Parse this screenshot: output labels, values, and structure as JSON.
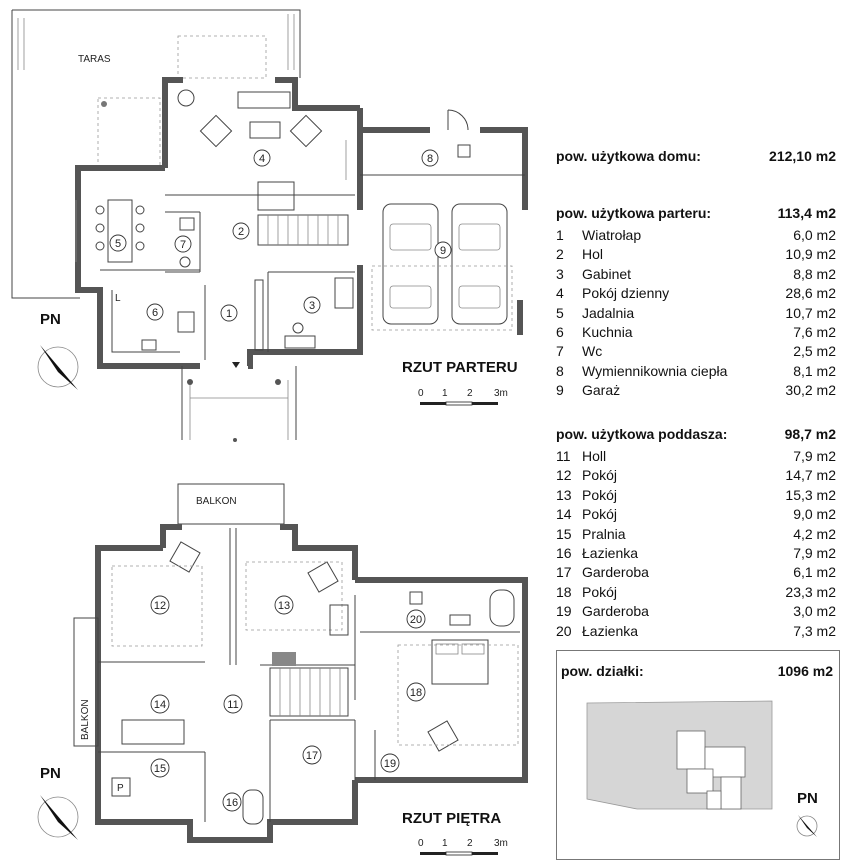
{
  "plans": {
    "ground_title": "RZUT PARTERU",
    "upper_title": "RZUT PIĘTRA",
    "north_label": "PN",
    "terrace_label": "TARAS",
    "balcony_label": "BALKON",
    "scale_ticks": [
      "0",
      "1",
      "2",
      "3m"
    ],
    "ground_room_numbers": [
      "1",
      "2",
      "3",
      "4",
      "5",
      "6",
      "7",
      "8",
      "9"
    ],
    "upper_room_numbers": [
      "11",
      "12",
      "13",
      "14",
      "15",
      "16",
      "17",
      "18",
      "19",
      "20"
    ],
    "kitchen_mark": "L",
    "bath_mark": "P"
  },
  "summary": {
    "house_label": "pow. użytkowa domu:",
    "house_value": "212,10 m2",
    "ground": {
      "label": "pow. użytkowa parteru:",
      "value": "113,4 m2",
      "rooms": [
        {
          "no": "1",
          "name": "Wiatrołap",
          "area": "6,0 m2"
        },
        {
          "no": "2",
          "name": "Hol",
          "area": "10,9 m2"
        },
        {
          "no": "3",
          "name": "Gabinet",
          "area": "8,8 m2"
        },
        {
          "no": "4",
          "name": "Pokój dzienny",
          "area": "28,6 m2"
        },
        {
          "no": "5",
          "name": "Jadalnia",
          "area": "10,7 m2"
        },
        {
          "no": "6",
          "name": "Kuchnia",
          "area": "7,6 m2"
        },
        {
          "no": "7",
          "name": "Wc",
          "area": "2,5 m2"
        },
        {
          "no": "8",
          "name": "Wymiennikownia ciepła",
          "area": "8,1 m2"
        },
        {
          "no": "9",
          "name": "Garaż",
          "area": "30,2 m2"
        }
      ]
    },
    "upper": {
      "label": "pow. użytkowa poddasza:",
      "value": "98,7 m2",
      "rooms": [
        {
          "no": "11",
          "name": "Holl",
          "area": "7,9 m2"
        },
        {
          "no": "12",
          "name": "Pokój",
          "area": "14,7 m2"
        },
        {
          "no": "13",
          "name": "Pokój",
          "area": "15,3 m2"
        },
        {
          "no": "14",
          "name": "Pokój",
          "area": "9,0 m2"
        },
        {
          "no": "15",
          "name": "Pralnia",
          "area": "4,2 m2"
        },
        {
          "no": "16",
          "name": "Łazienka",
          "area": "7,9 m2"
        },
        {
          "no": "17",
          "name": "Garderoba",
          "area": "6,1 m2"
        },
        {
          "no": "18",
          "name": "Pokój",
          "area": "23,3 m2"
        },
        {
          "no": "19",
          "name": "Garderoba",
          "area": "3,0 m2"
        },
        {
          "no": "20",
          "name": "Łazienka",
          "area": "7,3 m2"
        }
      ]
    },
    "plot": {
      "label": "pow. działki:",
      "value": "1096 m2",
      "north_label": "PN"
    }
  }
}
